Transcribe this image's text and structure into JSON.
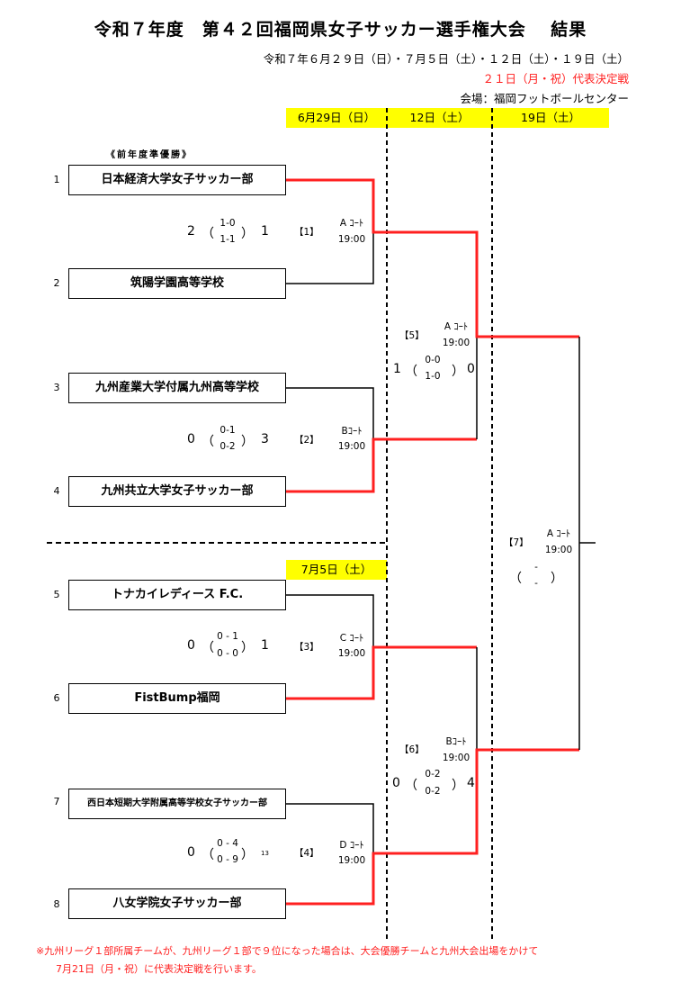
{
  "header": {
    "title": "令和７年度　第４２回福岡県女子サッカー選手権大会　 結果",
    "schedule": "令和７年６月２９日（日）・７月５日（土）・１２日（土）・１９日（土）",
    "playoff": "２１日（月・祝）代表決定戦",
    "venue": "会場：福岡フットボールセンター"
  },
  "dates": {
    "d1": "6月29日（日）",
    "d2": "12日（土）",
    "d3": "19日（土）",
    "d4": "7月5日（土）"
  },
  "prev_runner_up": "《前年度準優勝》",
  "teams": [
    {
      "seed": "1",
      "name": "日本経済大学女子サッカー部"
    },
    {
      "seed": "2",
      "name": "筑陽学園高等学校"
    },
    {
      "seed": "3",
      "name": "九州産業大学付属九州高等学校"
    },
    {
      "seed": "4",
      "name": "九州共立大学女子サッカー部"
    },
    {
      "seed": "5",
      "name": "トナカイレディース F.C."
    },
    {
      "seed": "6",
      "name": "FistBump福岡"
    },
    {
      "seed": "7",
      "name": "西日本短期大学附属高等学校女子サッカー部"
    },
    {
      "seed": "8",
      "name": "八女学院女子サッカー部"
    }
  ],
  "matches": {
    "m1": {
      "no": "【1】",
      "court": "A ｺｰﾄ",
      "time": "19:00",
      "left": "2",
      "right": "1",
      "h1": "1-0",
      "h2": "1-1",
      "open": "（",
      "close": "）"
    },
    "m2": {
      "no": "【2】",
      "court": "Bｺｰﾄ",
      "time": "19:00",
      "left": "0",
      "right": "3",
      "h1": "0-1",
      "h2": "0-2",
      "open": "（",
      "close": "）"
    },
    "m3": {
      "no": "【3】",
      "court": "C ｺｰﾄ",
      "time": "19:00",
      "left": "0",
      "right": "1",
      "h1": "0 - 1",
      "h2": "0 - 0",
      "open": "（",
      "close": "）"
    },
    "m4": {
      "no": "【4】",
      "court": "D ｺｰﾄ",
      "time": "19:00",
      "left": "0",
      "right": "13",
      "h1": "0 - 4",
      "h2": "0 - 9",
      "open": "（",
      "close": "）"
    },
    "m5": {
      "no": "【5】",
      "court": "A ｺｰﾄ",
      "time": "19:00",
      "left": "1",
      "right": "0",
      "h1": "0-0",
      "h2": "1-0",
      "open": "（",
      "close": "）"
    },
    "m6": {
      "no": "【6】",
      "court": "Bｺｰﾄ",
      "time": "19:00",
      "left": "0",
      "right": "4",
      "h1": "0-2",
      "h2": "0-2",
      "open": "（",
      "close": "）"
    },
    "m7": {
      "no": "【7】",
      "court": "A ｺｰﾄ",
      "time": "19:00",
      "h1": "-",
      "h2": "-",
      "open": "（",
      "close": "）"
    }
  },
  "notes": {
    "line1": "※九州リーグ１部所属チームが、九州リーグ１部で９位になった場合は、大会優勝チームと九州大会出場をかけて",
    "line2": "7月21日（月・祝）に代表決定戦を行います。"
  },
  "colors": {
    "winner_line": "#ff2020",
    "date_highlight": "#ffff00"
  }
}
